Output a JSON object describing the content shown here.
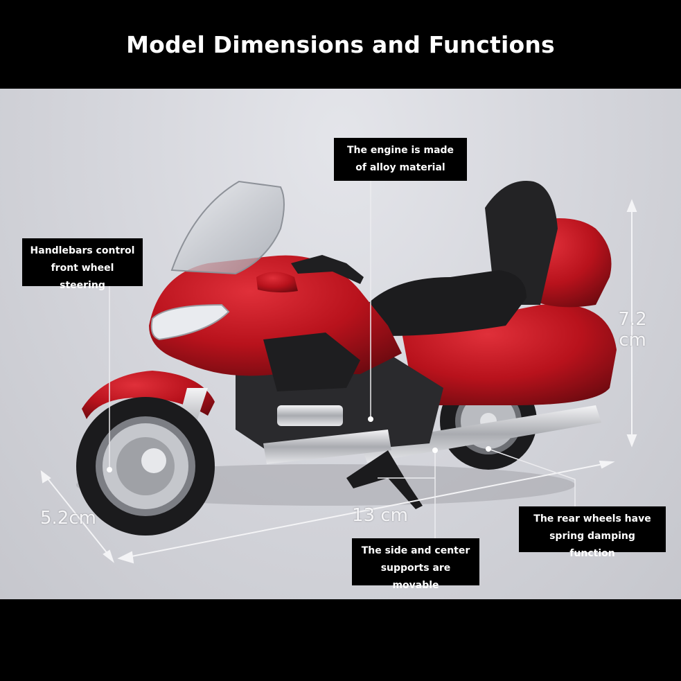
{
  "title": "Model Dimensions and Functions",
  "callouts": {
    "engine": "The engine is made of alloy material",
    "handlebars": "Handlebars control front wheel steering",
    "supports": "The side and center supports are movable",
    "rear_wheels": "The rear wheels have spring damping function"
  },
  "dimensions": {
    "height_value": "7.2",
    "height_unit": "cm",
    "length": "13 cm",
    "width": "5.2cm"
  },
  "colors": {
    "body_red": "#b8121c",
    "seat_black": "#1c1c1e",
    "header_bg": "#000000"
  }
}
